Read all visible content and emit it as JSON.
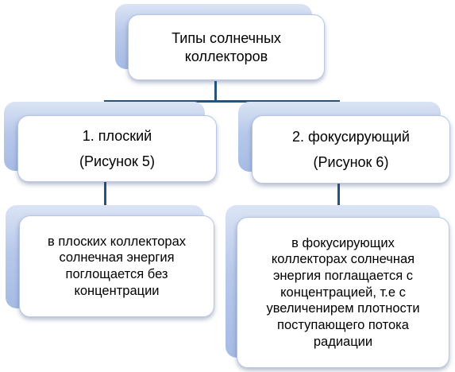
{
  "root": {
    "lines": [
      "Типы солнечных",
      "коллекторов"
    ]
  },
  "left": {
    "title": "1. плоский",
    "subtitle": "(Рисунок 5)",
    "description": [
      "в плоских коллекторах",
      "солнечная энергия",
      "поглощается без",
      "концентрации"
    ]
  },
  "right": {
    "title": "2. фокусирующий",
    "subtitle": "(Рисунок 6)",
    "description": [
      "в фокусирующих",
      "коллекторах солнечная",
      "энергия поглащается с",
      "концентрацией, т.е с",
      "увеличенирем плотности",
      "поступающего потока",
      "радиации"
    ]
  },
  "colors": {
    "connector": "#26547c",
    "card_border": "#b9c6e3",
    "back_fill": "#b7c8ea"
  }
}
